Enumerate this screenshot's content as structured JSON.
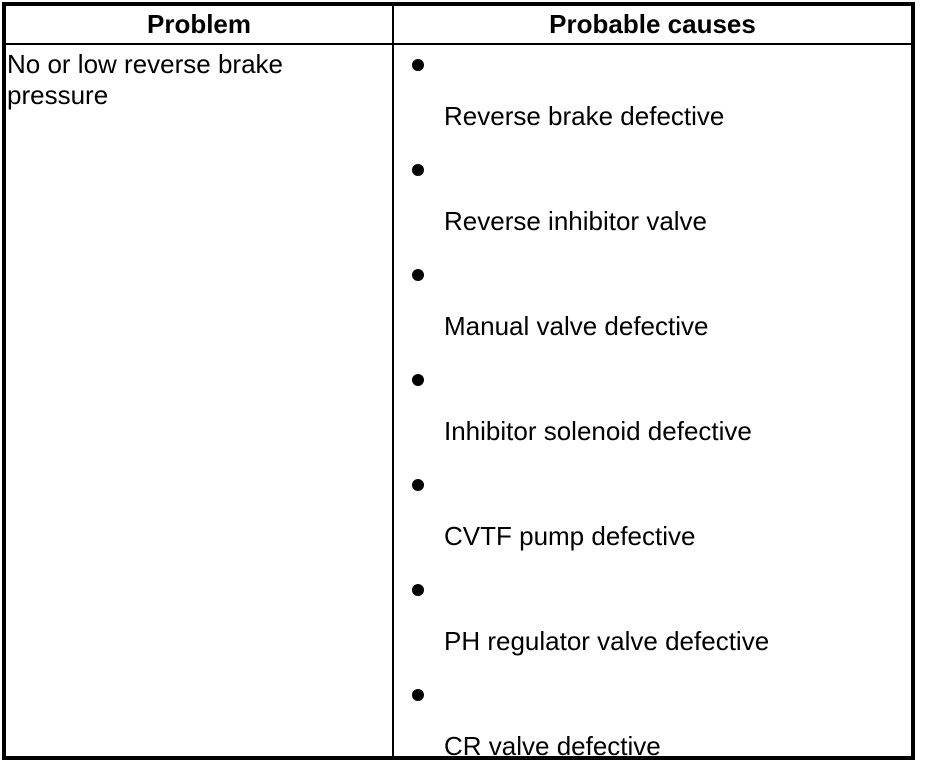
{
  "table": {
    "headers": {
      "problem": "Problem",
      "causes": "Probable causes"
    },
    "row": {
      "problem": "No or low reverse brake pressure",
      "causes": [
        "Reverse brake defective",
        "Reverse inhibitor valve",
        "Manual valve defective",
        "Inhibitor solenoid defective",
        "CVTF pump defective",
        "PH regulator valve defective",
        "CR valve defective"
      ]
    }
  },
  "colors": {
    "border": "#000000",
    "background": "#ffffff",
    "text": "#000000"
  }
}
